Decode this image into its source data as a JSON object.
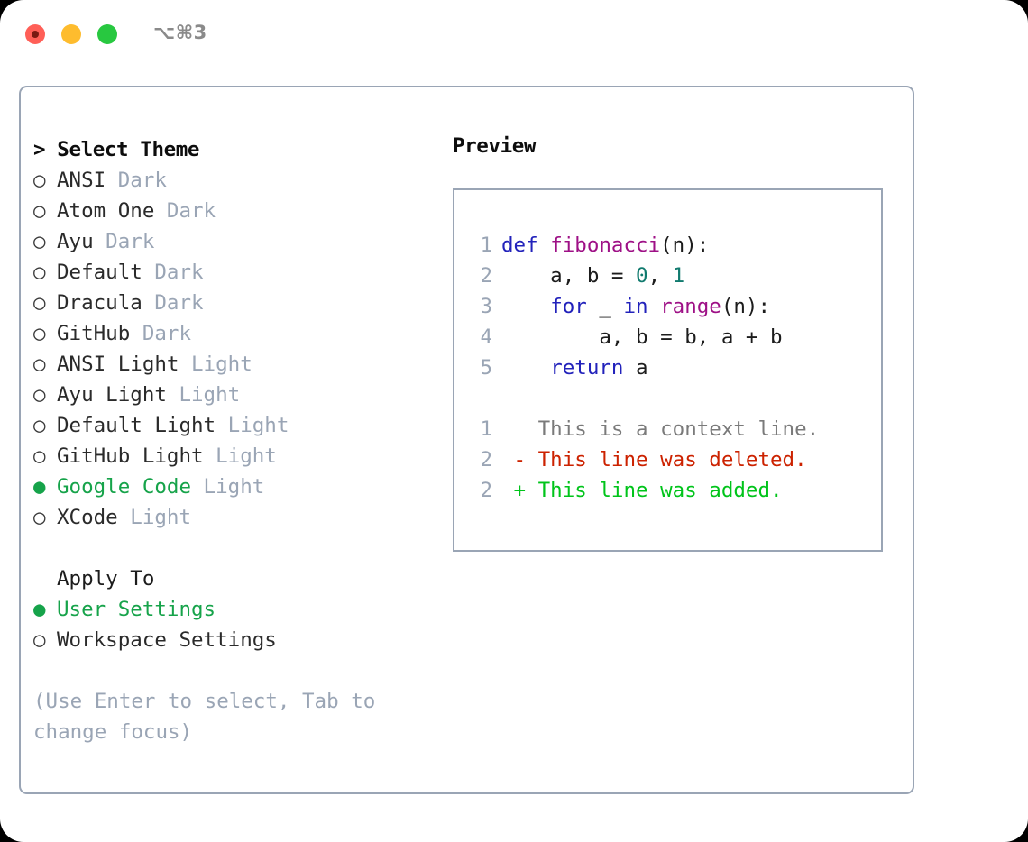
{
  "window": {
    "title": "⌥⌘3",
    "traffic_lights": [
      {
        "name": "close",
        "color": "#ff5f57"
      },
      {
        "name": "minimize",
        "color": "#febc2e"
      },
      {
        "name": "maximize",
        "color": "#28c840"
      }
    ]
  },
  "theme_panel": {
    "header": "> Select Theme",
    "selected_marker": "●",
    "unselected_marker": "○",
    "items": [
      {
        "marker": "○",
        "name": "ANSI",
        "variant": "Dark",
        "selected": false
      },
      {
        "marker": "○",
        "name": "Atom One",
        "variant": "Dark",
        "selected": false
      },
      {
        "marker": "○",
        "name": "Ayu",
        "variant": "Dark",
        "selected": false
      },
      {
        "marker": "○",
        "name": "Default",
        "variant": "Dark",
        "selected": false
      },
      {
        "marker": "○",
        "name": "Dracula",
        "variant": "Dark",
        "selected": false
      },
      {
        "marker": "○",
        "name": "GitHub",
        "variant": "Dark",
        "selected": false
      },
      {
        "marker": "○",
        "name": "ANSI Light",
        "variant": "Light",
        "selected": false
      },
      {
        "marker": "○",
        "name": "Ayu Light",
        "variant": "Light",
        "selected": false
      },
      {
        "marker": "○",
        "name": "Default Light",
        "variant": "Light",
        "selected": false
      },
      {
        "marker": "○",
        "name": "GitHub Light",
        "variant": "Light",
        "selected": false
      },
      {
        "marker": "●",
        "name": "Google Code",
        "variant": "Light",
        "selected": true
      },
      {
        "marker": "○",
        "name": "XCode",
        "variant": "Light",
        "selected": false
      }
    ]
  },
  "apply_to": {
    "header": "Apply To",
    "options": [
      {
        "marker": "●",
        "label": "User Settings",
        "selected": true
      },
      {
        "marker": "○",
        "label": "Workspace Settings",
        "selected": false
      }
    ]
  },
  "hint": "(Use Enter to select, Tab to change focus)",
  "preview": {
    "header": "Preview",
    "code_lines": [
      {
        "no": "1",
        "tokens": [
          {
            "t": "def",
            "c": "kw"
          },
          {
            "t": " ",
            "c": "plain"
          },
          {
            "t": "fibonacci",
            "c": "fn"
          },
          {
            "t": "(n):",
            "c": "plain"
          }
        ]
      },
      {
        "no": "2",
        "tokens": [
          {
            "t": "    a, b = ",
            "c": "plain"
          },
          {
            "t": "0",
            "c": "num"
          },
          {
            "t": ", ",
            "c": "plain"
          },
          {
            "t": "1",
            "c": "num"
          }
        ]
      },
      {
        "no": "3",
        "tokens": [
          {
            "t": "    ",
            "c": "plain"
          },
          {
            "t": "for",
            "c": "kw"
          },
          {
            "t": " _ ",
            "c": "plain"
          },
          {
            "t": "in",
            "c": "kw"
          },
          {
            "t": " ",
            "c": "plain"
          },
          {
            "t": "range",
            "c": "fn"
          },
          {
            "t": "(n):",
            "c": "plain"
          }
        ]
      },
      {
        "no": "4",
        "tokens": [
          {
            "t": "        a, b = b, a + b",
            "c": "plain"
          }
        ]
      },
      {
        "no": "5",
        "tokens": [
          {
            "t": "    ",
            "c": "plain"
          },
          {
            "t": "return",
            "c": "kw"
          },
          {
            "t": " a",
            "c": "plain"
          }
        ]
      }
    ],
    "diff_lines": [
      {
        "no": "1",
        "sign": " ",
        "text": "This is a context line.",
        "kind": "ctx"
      },
      {
        "no": "2",
        "sign": "-",
        "text": "This line was deleted.",
        "kind": "del"
      },
      {
        "no": "2",
        "sign": "+",
        "text": "This line was added.",
        "kind": "add"
      }
    ]
  },
  "colors": {
    "accent_green": "#16a34a",
    "border": "#9aa5b5",
    "muted": "#9aa5b5",
    "diff_add": "#00c41a",
    "diff_del": "#cc2200",
    "syntax_keyword": "#2222bb",
    "syntax_function": "#9e1086",
    "syntax_number": "#107a6e"
  }
}
